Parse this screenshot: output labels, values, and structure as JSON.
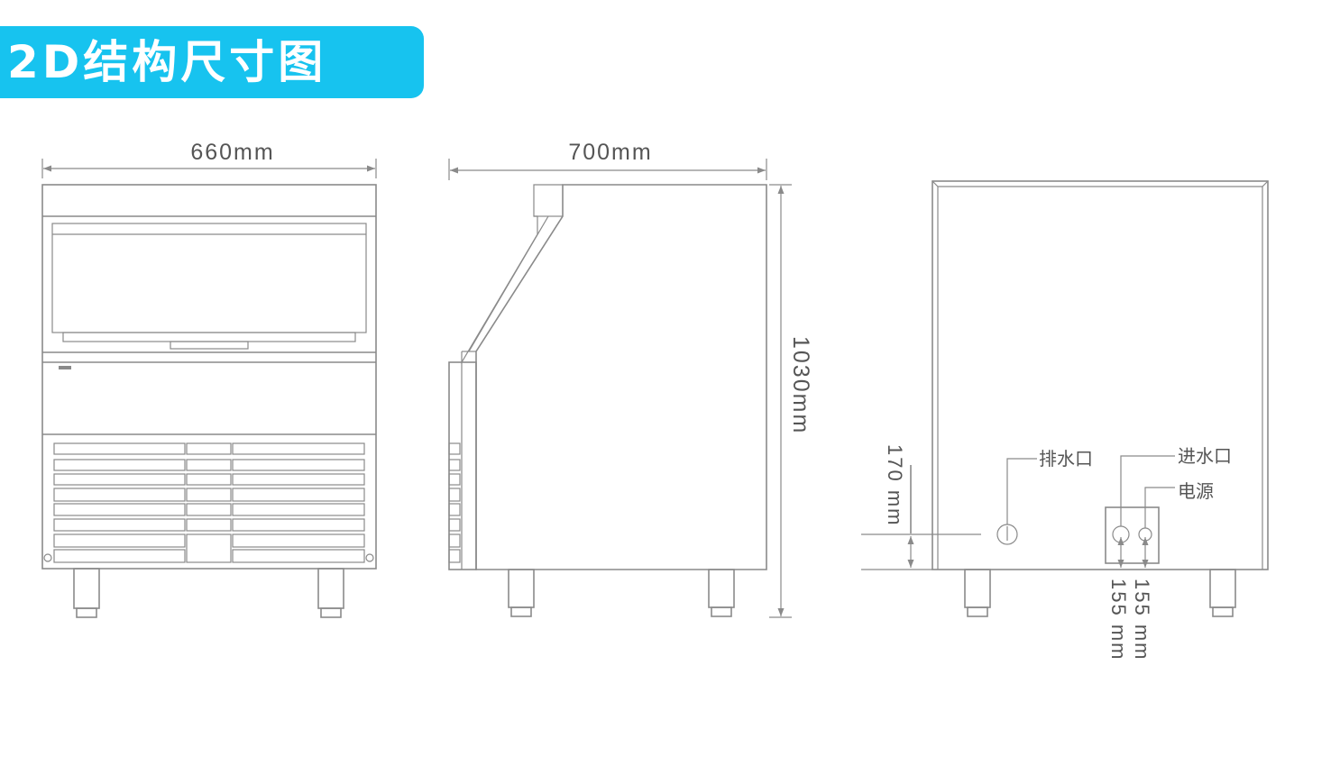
{
  "header": {
    "title": "2D结构尺寸图"
  },
  "dimensions": {
    "front_width": "660mm",
    "side_depth": "700mm",
    "height": "1030mm",
    "drain_height": "170 mm",
    "inlet_height": "155 mm",
    "power_height": "155 mm"
  },
  "labels": {
    "drain": "排水口",
    "water_inlet": "进水口",
    "power": "电源"
  },
  "colors": {
    "banner": "#17c3ef",
    "line": "#8a8a8a",
    "text": "#555555"
  }
}
